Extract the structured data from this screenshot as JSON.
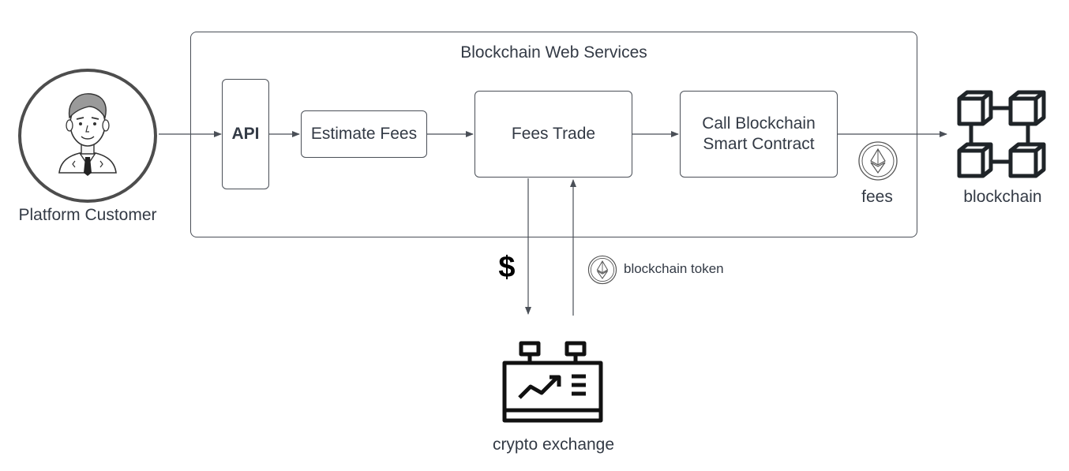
{
  "container": {
    "title": "Blockchain Web Services"
  },
  "customer": {
    "label": "Platform Customer",
    "icon": "businessman-avatar-icon"
  },
  "nodes": {
    "api": "API",
    "estimate_fees": "Estimate Fees",
    "fees_trade": "Fees Trade",
    "call_contract_line1": "Call Blockchain",
    "call_contract_line2": "Smart Contract"
  },
  "fees": {
    "label": "fees",
    "icon": "ethereum-icon"
  },
  "blockchain": {
    "label": "blockchain",
    "icon": "blockchain-blocks-icon"
  },
  "exchange": {
    "label": "crypto exchange",
    "icon": "exchange-terminal-icon"
  },
  "flows": {
    "dollar": "$",
    "token_label": "blockchain token",
    "token_icon": "ethereum-icon"
  },
  "colors": {
    "line": "#4a4f57",
    "text": "#333a45",
    "icon_dark": "#1f2428"
  }
}
